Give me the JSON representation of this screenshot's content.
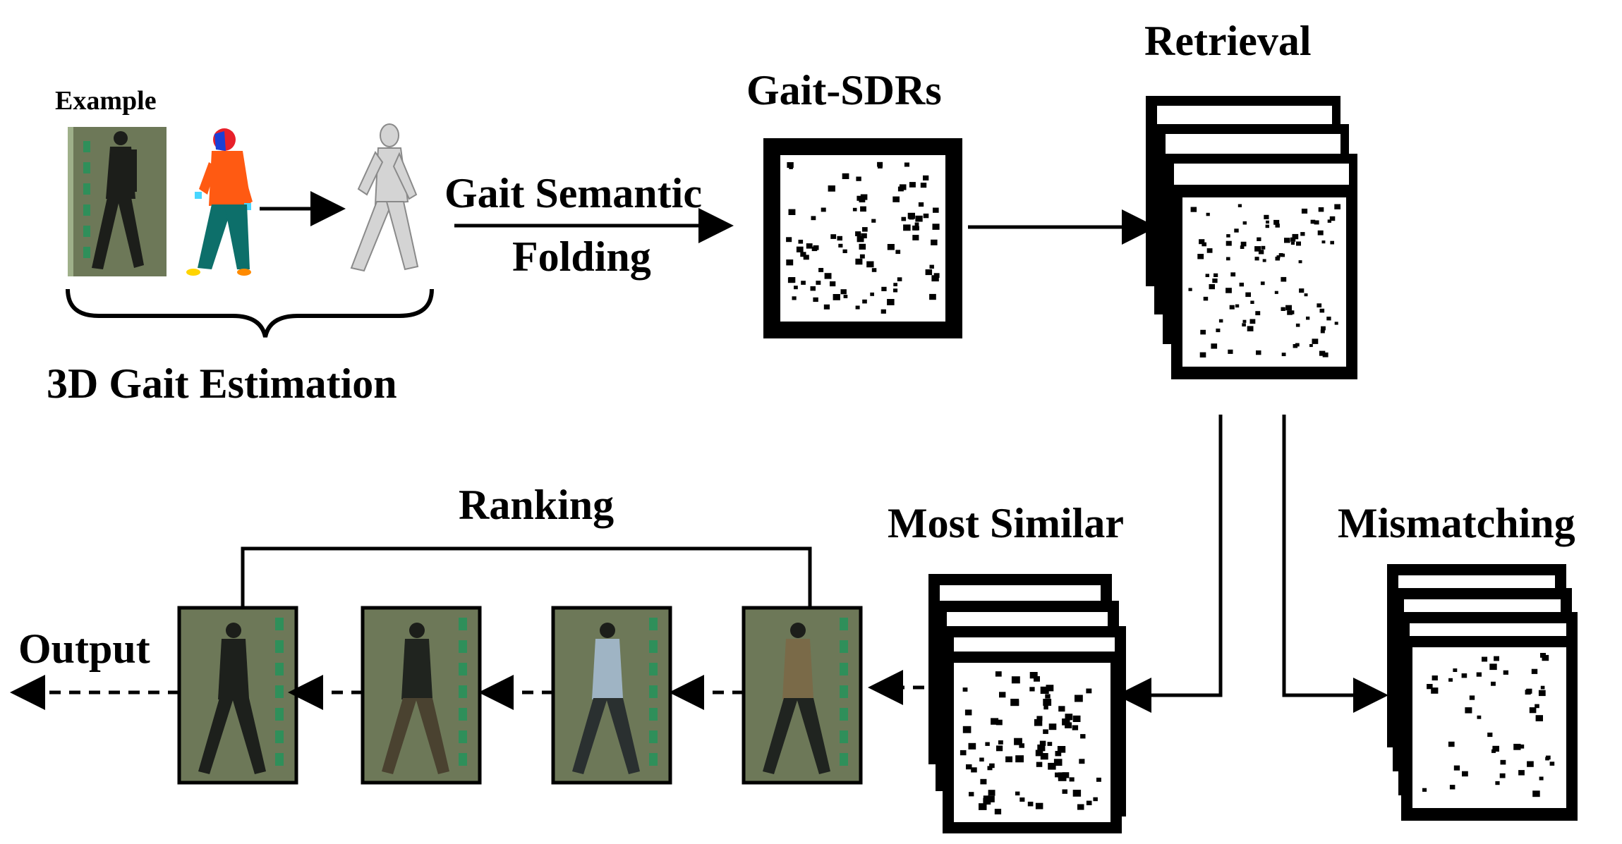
{
  "labels": {
    "example": "Example",
    "estimation": "3D Gait Estimation",
    "folding_line1": "Gait Semantic",
    "folding_line2": "Folding",
    "sdrs": "Gait-SDRs",
    "retrieval": "Retrieval",
    "most_similar": "Most Similar",
    "mismatching": "Mismatching",
    "ranking": "Ranking",
    "output": "Output"
  },
  "colors": {
    "ink": "#000000",
    "photo_bg": "#6d7858",
    "photo_wall_stripe": "#2f8f5a",
    "parsing_head": "#e8202a",
    "parsing_face": "#1b3fd6",
    "parsing_torso": "#ff5a12",
    "parsing_legs": "#0d6f6a",
    "parsing_hands": "#47d6ff",
    "parsing_feet": "#ffd400",
    "mesh_gray": "#b9b9b9"
  }
}
